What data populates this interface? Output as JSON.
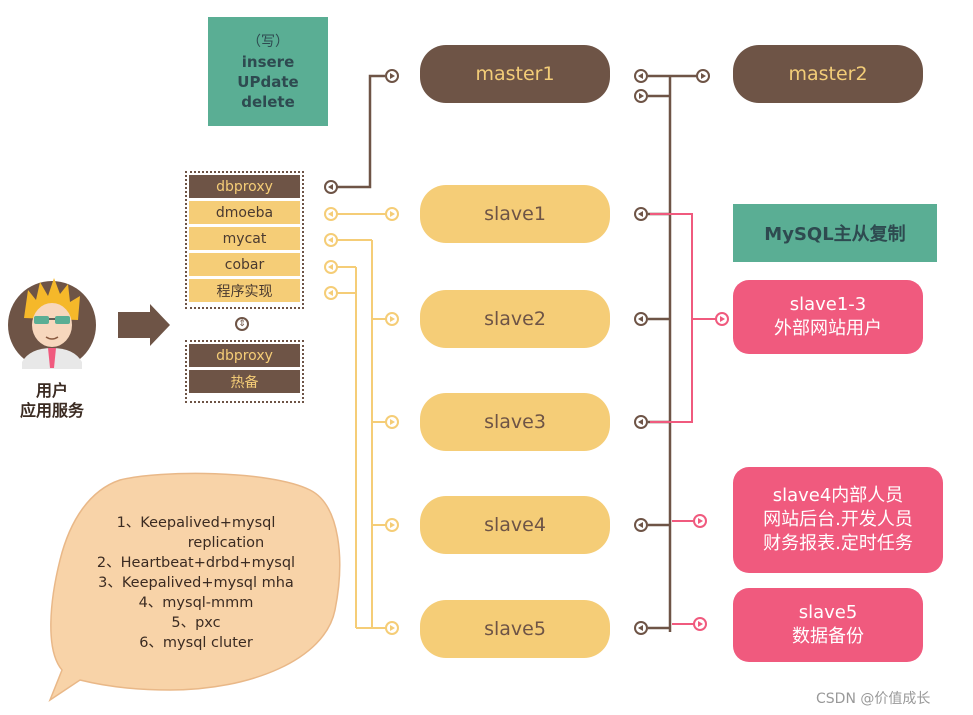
{
  "write_ops": {
    "paren": "（写）",
    "line1": "insere",
    "line2": "UPdate",
    "line3": "delete"
  },
  "masters": [
    "master1",
    "master2"
  ],
  "slaves": [
    "slave1",
    "slave2",
    "slave3",
    "slave4",
    "slave5"
  ],
  "proxy_list": [
    "dbproxy",
    "dmoeba",
    "mycat",
    "cobar",
    "程序实现"
  ],
  "proxy_backup": [
    "dbproxy",
    "热备"
  ],
  "user": {
    "line1": "用户",
    "line2": "应用服务"
  },
  "legend": "MySQL主从复制",
  "role_boxes": [
    [
      "slave1-3",
      "外部网站用户"
    ],
    [
      "slave4内部人员",
      "网站后台.开发人员",
      "财务报表.定时任务"
    ],
    [
      "slave5",
      "数据备份"
    ]
  ],
  "ha_solutions": [
    "1、Keepalived+mysql",
    "replication",
    "2、Heartbeat+drbd+mysql",
    "3、Keepalived+mysql mha",
    "4、mysql-mmm",
    "5、pxc",
    "6、mysql cluter"
  ],
  "watermark": "CSDN @价值成长",
  "colors": {
    "brown": "#6e5446",
    "gold": "#f5cd77",
    "teal": "#5aae94",
    "pink": "#f05a7e",
    "bubble": "#f8d3a8"
  }
}
